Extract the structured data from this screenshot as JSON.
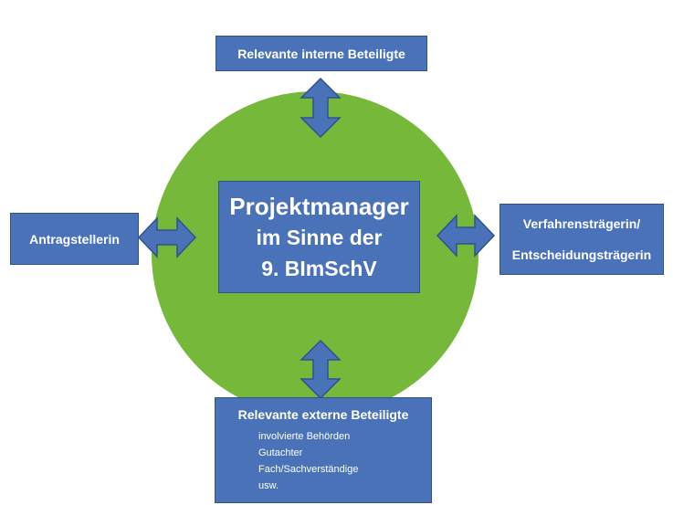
{
  "colors": {
    "circle": "#76b83a",
    "box_fill": "#4a72b8",
    "box_border": "#2f528f",
    "text": "#ffffff"
  },
  "center": {
    "line1": "Projektmanager",
    "line2": "im Sinne der",
    "line3": "9. BImSchV"
  },
  "top_box": {
    "label": "Relevante interne Beteiligte"
  },
  "left_box": {
    "label": "Antragstellerin"
  },
  "right_box": {
    "line1": "Verfahrensträgerin/",
    "line2": "Entscheidungsträgerin"
  },
  "bottom_box": {
    "title": "Relevante externe Beteiligte",
    "items": [
      "involvierte Behörden",
      "Gutachter",
      "Fach/Sachverständige",
      "usw."
    ]
  }
}
